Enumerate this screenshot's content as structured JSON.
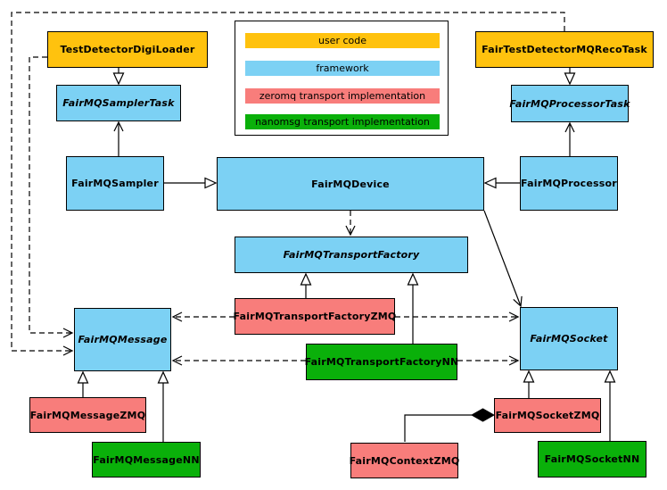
{
  "colors": {
    "user": "#FFC20E",
    "framework": "#7CD1F4",
    "zeromq": "#F87D7B",
    "nanomsg": "#0AB00A"
  },
  "legend": {
    "items": [
      {
        "label": "user code",
        "color_key": "user"
      },
      {
        "label": "framework",
        "color_key": "framework"
      },
      {
        "label": "zeromq transport implementation",
        "color_key": "zeromq"
      },
      {
        "label": "nanomsg transport implementation",
        "color_key": "nanomsg"
      }
    ]
  },
  "nodes": [
    {
      "label": "TestDetectorDigiLoader",
      "category": "user",
      "abstract": false
    },
    {
      "label": "FairTestDetectorMQRecoTask",
      "category": "user",
      "abstract": false
    },
    {
      "label": "FairMQSamplerTask",
      "category": "framework",
      "abstract": true
    },
    {
      "label": "FairMQProcessorTask",
      "category": "framework",
      "abstract": true
    },
    {
      "label": "FairMQSampler",
      "category": "framework",
      "abstract": false
    },
    {
      "label": "FairMQDevice",
      "category": "framework",
      "abstract": false
    },
    {
      "label": "FairMQProcessor",
      "category": "framework",
      "abstract": false
    },
    {
      "label": "FairMQTransportFactory",
      "category": "framework",
      "abstract": true
    },
    {
      "label": "FairMQTransportFactoryZMQ",
      "category": "zeromq",
      "abstract": false
    },
    {
      "label": "FairMQTransportFactoryNN",
      "category": "nanomsg",
      "abstract": false
    },
    {
      "label": "FairMQMessage",
      "category": "framework",
      "abstract": true
    },
    {
      "label": "FairMQSocket",
      "category": "framework",
      "abstract": true
    },
    {
      "label": "FairMQMessageZMQ",
      "category": "zeromq",
      "abstract": false
    },
    {
      "label": "FairMQMessageNN",
      "category": "nanomsg",
      "abstract": false
    },
    {
      "label": "FairMQSocketZMQ",
      "category": "zeromq",
      "abstract": false
    },
    {
      "label": "FairMQContextZMQ",
      "category": "zeromq",
      "abstract": false
    },
    {
      "label": "FairMQSocketNN",
      "category": "nanomsg",
      "abstract": false
    }
  ],
  "relations": [
    {
      "from": "TestDetectorDigiLoader",
      "to": "FairMQSamplerTask",
      "type": "inheritance"
    },
    {
      "from": "FairTestDetectorMQRecoTask",
      "to": "FairMQProcessorTask",
      "type": "inheritance"
    },
    {
      "from": "FairMQSampler",
      "to": "FairMQDevice",
      "type": "inheritance"
    },
    {
      "from": "FairMQProcessor",
      "to": "FairMQDevice",
      "type": "inheritance"
    },
    {
      "from": "FairMQTransportFactoryZMQ",
      "to": "FairMQTransportFactory",
      "type": "inheritance"
    },
    {
      "from": "FairMQTransportFactoryNN",
      "to": "FairMQTransportFactory",
      "type": "inheritance"
    },
    {
      "from": "FairMQMessageZMQ",
      "to": "FairMQMessage",
      "type": "inheritance"
    },
    {
      "from": "FairMQMessageNN",
      "to": "FairMQMessage",
      "type": "inheritance"
    },
    {
      "from": "FairMQSocketZMQ",
      "to": "FairMQSocket",
      "type": "inheritance"
    },
    {
      "from": "FairMQSocketNN",
      "to": "FairMQSocket",
      "type": "inheritance"
    },
    {
      "from": "FairMQSampler",
      "to": "FairMQSamplerTask",
      "type": "association"
    },
    {
      "from": "FairMQProcessor",
      "to": "FairMQProcessorTask",
      "type": "association"
    },
    {
      "from": "FairMQDevice",
      "to": "FairMQSocket",
      "type": "association"
    },
    {
      "from": "FairMQDevice",
      "to": "FairMQTransportFactory",
      "type": "dependency"
    },
    {
      "from": "FairMQTransportFactoryZMQ",
      "to": "FairMQMessage",
      "type": "dependency"
    },
    {
      "from": "FairMQTransportFactoryZMQ",
      "to": "FairMQSocket",
      "type": "dependency"
    },
    {
      "from": "FairMQTransportFactoryNN",
      "to": "FairMQMessage",
      "type": "dependency"
    },
    {
      "from": "FairMQTransportFactoryNN",
      "to": "FairMQSocket",
      "type": "dependency"
    },
    {
      "from": "TestDetectorDigiLoader",
      "to": "FairMQMessage",
      "type": "dependency"
    },
    {
      "from": "FairTestDetectorMQRecoTask",
      "to": "FairMQMessage",
      "type": "dependency"
    },
    {
      "from": "FairMQSocketZMQ",
      "to": "FairMQContextZMQ",
      "type": "composition"
    }
  ]
}
